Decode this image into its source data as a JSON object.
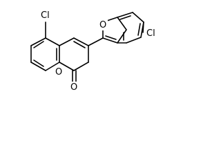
{
  "molecule": {
    "labels": {
      "cl_left": "Cl",
      "cl_right": "Cl",
      "o_ring_coumarin": "O",
      "o_carbonyl": "O",
      "o_ring_benzofuran": "O"
    }
  }
}
